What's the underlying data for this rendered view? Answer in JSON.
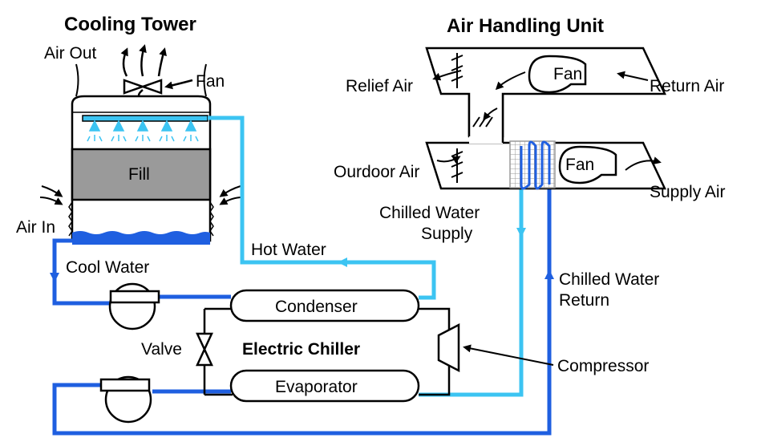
{
  "cooling_tower": {
    "title": "Cooling Tower",
    "air_out": "Air Out",
    "fan": "Fan",
    "fill": "Fill",
    "air_in": "Air In"
  },
  "air_handling_unit": {
    "title": "Air Handling Unit",
    "relief_air": "Relief Air",
    "return_air": "Return Air",
    "outdoor_air": "Ourdoor Air",
    "supply_air": "Supply Air",
    "fan_top": "Fan",
    "fan_bottom": "Fan"
  },
  "chiller": {
    "title": "Electric Chiller",
    "condenser": "Condenser",
    "evaporator": "Evaporator",
    "valve": "Valve",
    "compressor": "Compressor"
  },
  "loops": {
    "hot_water": "Hot Water",
    "cool_water": "Cool Water",
    "chilled_supply_line1": "Chilled Water",
    "chilled_supply_line2": "Supply",
    "chilled_return_line1": "Chilled Water",
    "chilled_return_line2": "Return"
  },
  "colors": {
    "dark_blue": "#1f5fe0",
    "light_blue": "#3cc4f2",
    "fill_gray": "#9a9a9a",
    "coil_gray": "#b8b8b8"
  }
}
